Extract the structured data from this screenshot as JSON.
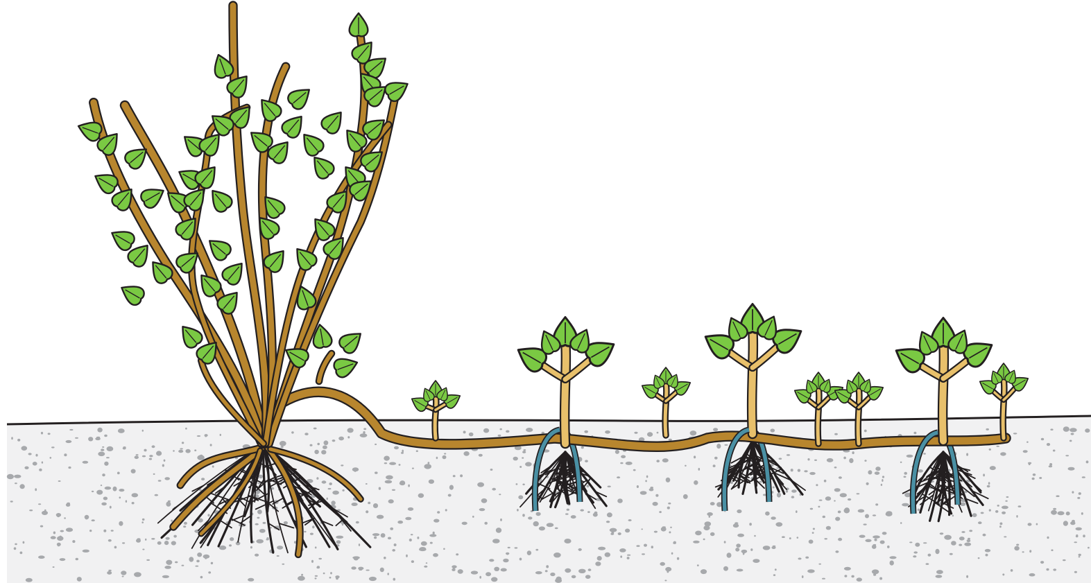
{
  "colors": {
    "soil": "#f1f1f2",
    "soil_specks": "#a7a9ac",
    "ground_line": "#231f20",
    "mother_plant_stem": "#b8862e",
    "layered_shoot_stem": "#e8c06b",
    "leaf": "#7ac943",
    "roots": "#231f20",
    "anchor_pin": "#4a90a4",
    "outline": "#231f20"
  },
  "scene": {
    "mother_plant": {
      "shoots": 9,
      "leaf_icon": "leaf-icon"
    },
    "layered_stem": {
      "rooted_nodes": 3,
      "pegged_with": "anchor-pin-icon"
    },
    "young_plants": {
      "large": 3,
      "small": 5
    }
  }
}
